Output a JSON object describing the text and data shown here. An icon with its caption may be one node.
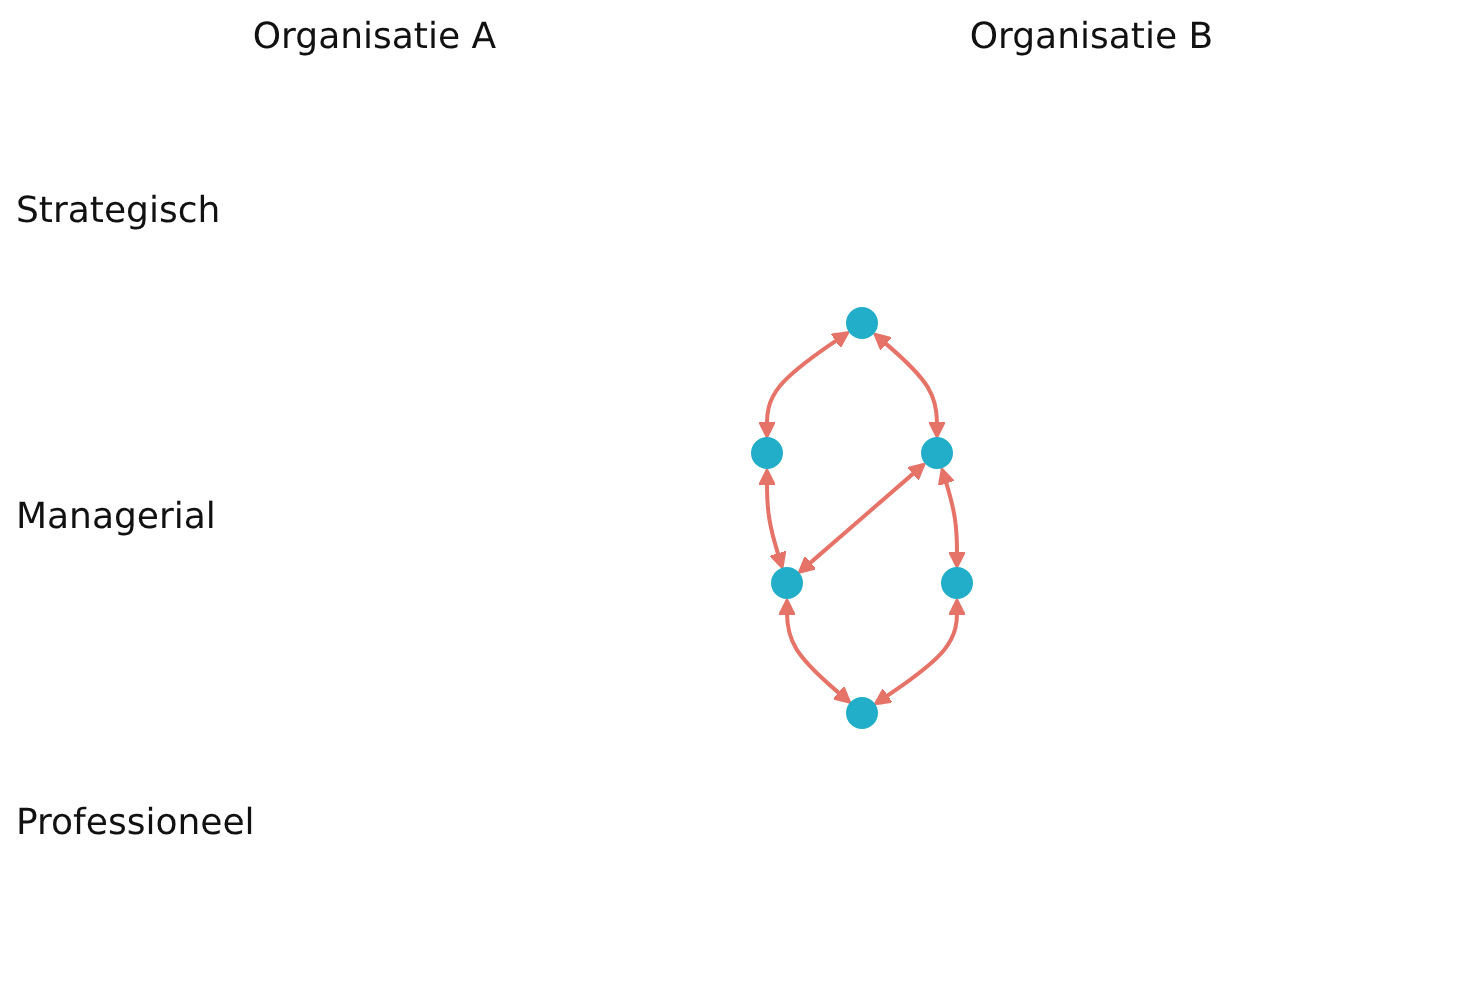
{
  "diagram": {
    "nodes": [
      {
        "text": [],
        "shape": "circle"
      },
      {
        "text": [],
        "shape": "circle"
      },
      {
        "text": [],
        "shape": "circle"
      },
      {
        "text": [],
        "shape": "circle"
      },
      {
        "text": [],
        "shape": "circle"
      },
      {
        "text": [],
        "shape": "circle"
      }
    ],
    "edges": [
      {
        "from": 0,
        "to": 1,
        "arrow": "both"
      },
      {
        "from": 0,
        "to": 2,
        "arrow": "both"
      },
      {
        "from": 1,
        "to": 3,
        "arrow": "both"
      },
      {
        "from": 2,
        "to": 3,
        "arrow": "both"
      },
      {
        "from": 2,
        "to": 4,
        "arrow": "both"
      },
      {
        "from": 3,
        "to": 5,
        "arrow": "both"
      },
      {
        "from": 4,
        "to": 5,
        "arrow": "both"
      }
    ],
    "labels": [
      "Organisatie A",
      "Organisatie B",
      "Strategisch",
      "Managerial",
      "Professioneel"
    ]
  }
}
